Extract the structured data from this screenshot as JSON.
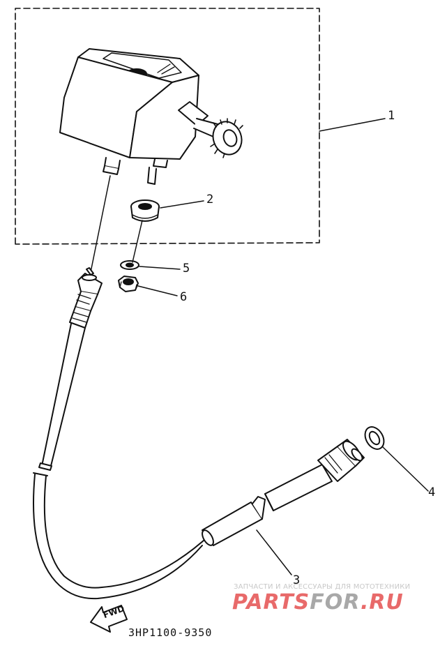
{
  "callouts": {
    "c1": "1",
    "c2": "2",
    "c3": "3",
    "c4": "4",
    "c5": "5",
    "c6": "6"
  },
  "fwd_label": "FWD",
  "part_code": "3HP1100-9350",
  "watermark": {
    "subtitle": "ЗАПЧАСТИ И АКСЕССУАРЫ ДЛЯ МОТОТЕХНИКИ",
    "brand_red": "PARTS",
    "brand_grey": "FOR",
    "brand_tld": ".RU",
    "colors": {
      "red": "#e86a6a",
      "grey": "#a8a8a8"
    }
  }
}
